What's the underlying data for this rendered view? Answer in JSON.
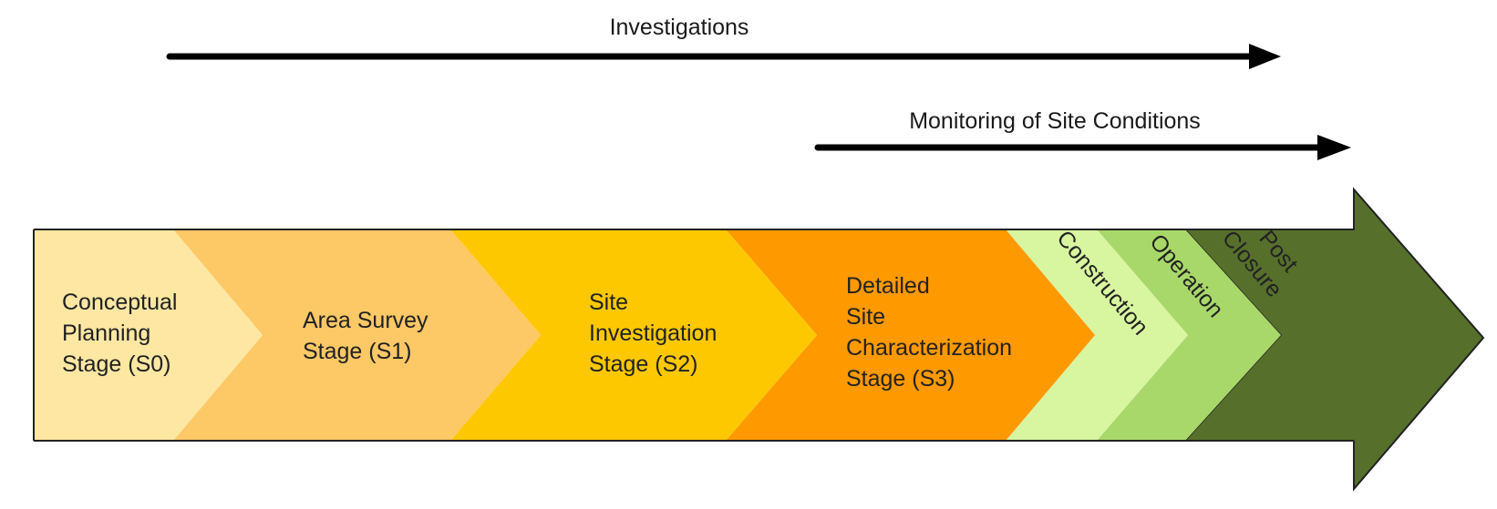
{
  "arrows": {
    "investigations": {
      "label": "Investigations"
    },
    "monitoring": {
      "label": "Monitoring of Site Conditions"
    }
  },
  "stages": [
    {
      "key": "s0",
      "lines": [
        "Conceptual",
        "Planning",
        "Stage (S0)"
      ],
      "color": "#fde7a2"
    },
    {
      "key": "s1",
      "lines": [
        "Area Survey",
        "Stage (S1)"
      ],
      "color": "#fdc866"
    },
    {
      "key": "s2",
      "lines": [
        "Site",
        "Investigation",
        "Stage (S2)"
      ],
      "color": "#fec800"
    },
    {
      "key": "s3",
      "lines": [
        "Detailed",
        "Site",
        "Characterization",
        "Stage (S3)"
      ],
      "color": "#ff9900"
    },
    {
      "key": "construction",
      "lines": [
        "Construction"
      ],
      "color": "#d8f5a0"
    },
    {
      "key": "operation",
      "lines": [
        "Operation"
      ],
      "color": "#a9d86a"
    },
    {
      "key": "post-closure",
      "lines": [
        "Post",
        "Closure"
      ],
      "color": "#56702c"
    }
  ]
}
